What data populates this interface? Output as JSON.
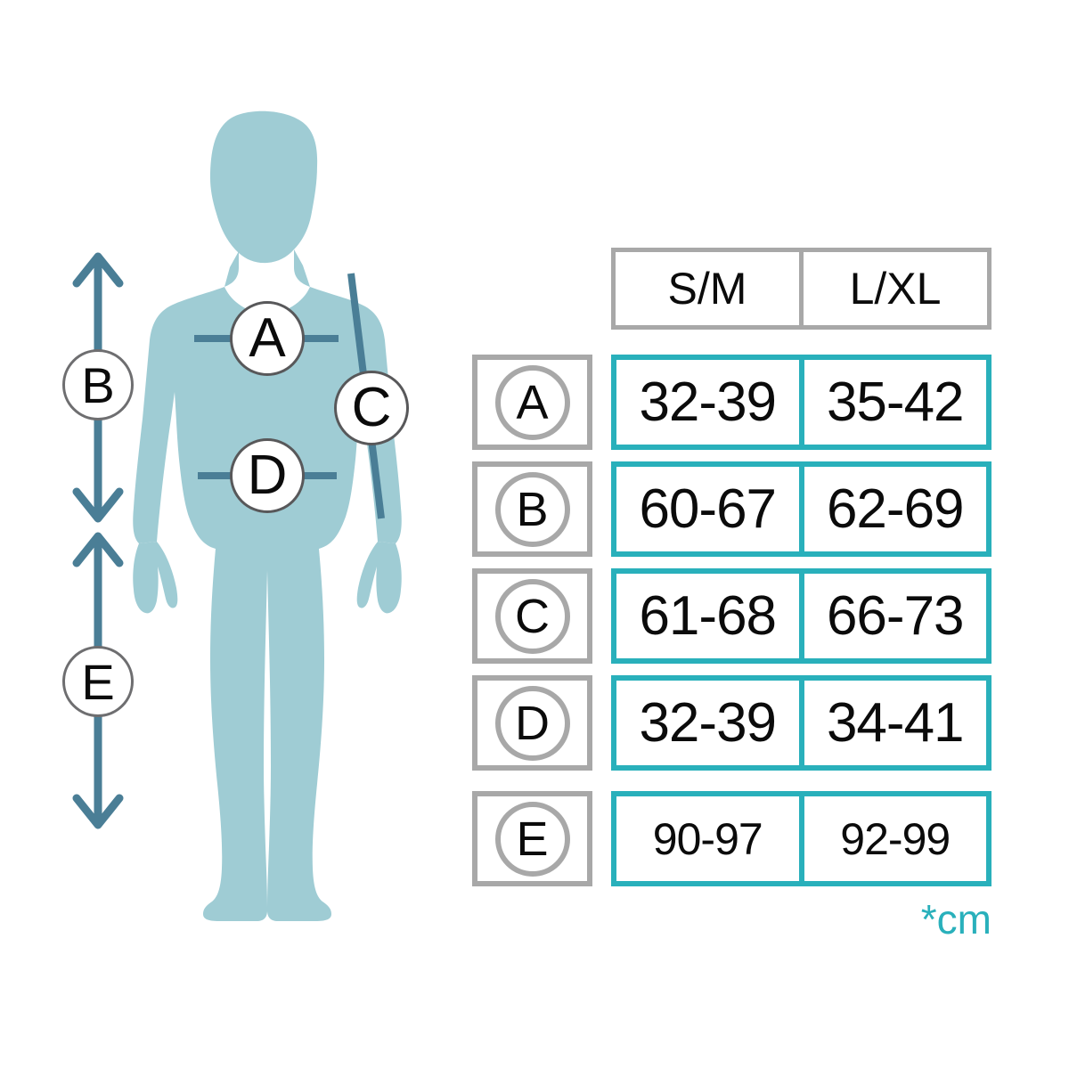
{
  "figure": {
    "title": "body-measurement-silhouette",
    "body_color": "#9fccd4",
    "line_color": "#4a7e96",
    "markers": {
      "a": "A",
      "b": "B",
      "c": "C",
      "d": "D",
      "e": "E"
    }
  },
  "table": {
    "accent_color": "#29b0bb",
    "header_color": "#a8a8a8",
    "header": {
      "corner": "",
      "columns": [
        "S/M",
        "L/XL"
      ]
    },
    "rows": [
      {
        "key": "A",
        "values": [
          "32-39",
          "35-42"
        ]
      },
      {
        "key": "B",
        "values": [
          "60-67",
          "62-69"
        ]
      },
      {
        "key": "C",
        "values": [
          "61-68",
          "66-73"
        ]
      },
      {
        "key": "D",
        "values": [
          "32-39",
          "34-41"
        ]
      },
      {
        "key": "E",
        "values": [
          "90-97",
          "92-99"
        ]
      }
    ],
    "unit_note": "*cm"
  },
  "chart_data": {
    "type": "table",
    "title": "Size chart (body measurements)",
    "categories": [
      "A",
      "B",
      "C",
      "D",
      "E"
    ],
    "columns": [
      "S/M",
      "L/XL"
    ],
    "unit": "cm",
    "series": [
      {
        "name": "S/M",
        "values": [
          "32-39",
          "60-67",
          "61-68",
          "32-39",
          "90-97"
        ]
      },
      {
        "name": "L/XL",
        "values": [
          "35-42",
          "62-69",
          "66-73",
          "34-41",
          "92-99"
        ]
      }
    ]
  }
}
